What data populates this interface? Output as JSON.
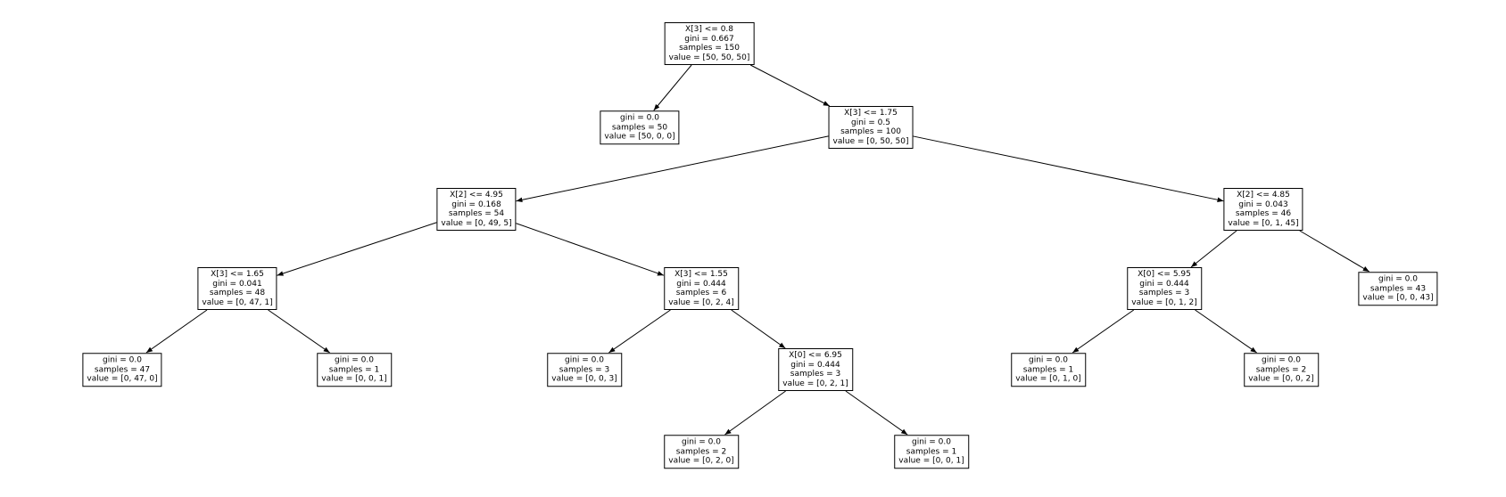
{
  "tree": {
    "nodes": [
      {
        "id": "n0",
        "lines": [
          "X[3] <= 0.8",
          "gini = 0.667",
          "samples = 150",
          "value = [50, 50, 50]"
        ]
      },
      {
        "id": "n1",
        "lines": [
          "gini = 0.0",
          "samples = 50",
          "value = [50, 0, 0]"
        ]
      },
      {
        "id": "n2",
        "lines": [
          "X[3] <= 1.75",
          "gini = 0.5",
          "samples = 100",
          "value = [0, 50, 50]"
        ]
      },
      {
        "id": "n3",
        "lines": [
          "X[2] <= 4.95",
          "gini = 0.168",
          "samples = 54",
          "value = [0, 49, 5]"
        ]
      },
      {
        "id": "n4",
        "lines": [
          "X[3] <= 1.65",
          "gini = 0.041",
          "samples = 48",
          "value = [0, 47, 1]"
        ]
      },
      {
        "id": "n5",
        "lines": [
          "gini = 0.0",
          "samples = 47",
          "value = [0, 47, 0]"
        ]
      },
      {
        "id": "n6",
        "lines": [
          "gini = 0.0",
          "samples = 1",
          "value = [0, 0, 1]"
        ]
      },
      {
        "id": "n7",
        "lines": [
          "X[3] <= 1.55",
          "gini = 0.444",
          "samples = 6",
          "value = [0, 2, 4]"
        ]
      },
      {
        "id": "n8",
        "lines": [
          "gini = 0.0",
          "samples = 3",
          "value = [0, 0, 3]"
        ]
      },
      {
        "id": "n9",
        "lines": [
          "X[0] <= 6.95",
          "gini = 0.444",
          "samples = 3",
          "value = [0, 2, 1]"
        ]
      },
      {
        "id": "n10",
        "lines": [
          "gini = 0.0",
          "samples = 2",
          "value = [0, 2, 0]"
        ]
      },
      {
        "id": "n11",
        "lines": [
          "gini = 0.0",
          "samples = 1",
          "value = [0, 0, 1]"
        ]
      },
      {
        "id": "n12",
        "lines": [
          "X[2] <= 4.85",
          "gini = 0.043",
          "samples = 46",
          "value = [0, 1, 45]"
        ]
      },
      {
        "id": "n13",
        "lines": [
          "X[0] <= 5.95",
          "gini = 0.444",
          "samples = 3",
          "value = [0, 1, 2]"
        ]
      },
      {
        "id": "n14",
        "lines": [
          "gini = 0.0",
          "samples = 1",
          "value = [0, 1, 0]"
        ]
      },
      {
        "id": "n15",
        "lines": [
          "gini = 0.0",
          "samples = 2",
          "value = [0, 0, 2]"
        ]
      },
      {
        "id": "n16",
        "lines": [
          "gini = 0.0",
          "samples = 43",
          "value = [0, 0, 43]"
        ]
      }
    ],
    "edges": [
      [
        "n0",
        "n1"
      ],
      [
        "n0",
        "n2"
      ],
      [
        "n2",
        "n3"
      ],
      [
        "n2",
        "n12"
      ],
      [
        "n3",
        "n4"
      ],
      [
        "n3",
        "n7"
      ],
      [
        "n4",
        "n5"
      ],
      [
        "n4",
        "n6"
      ],
      [
        "n7",
        "n8"
      ],
      [
        "n7",
        "n9"
      ],
      [
        "n9",
        "n10"
      ],
      [
        "n9",
        "n11"
      ],
      [
        "n12",
        "n13"
      ],
      [
        "n12",
        "n16"
      ],
      [
        "n13",
        "n14"
      ],
      [
        "n13",
        "n15"
      ]
    ]
  }
}
